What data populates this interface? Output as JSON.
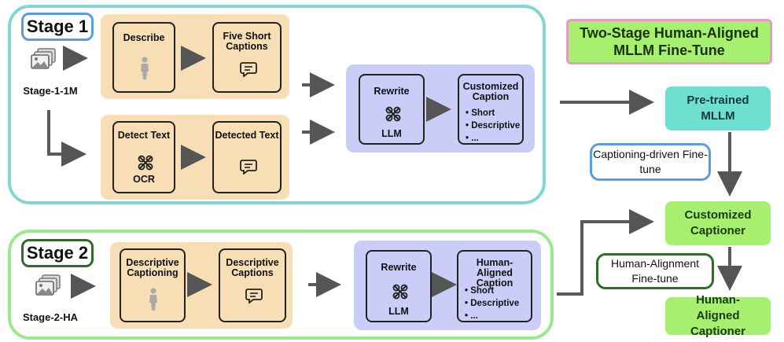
{
  "title": "Two-Stage Human-Aligned MLLM Fine-Tune",
  "stage1": {
    "badge": "Stage 1",
    "source_label": "Stage-1-1M",
    "describe": "Describe",
    "five_short": "Five Short Captions",
    "detect_text": "Detect Text",
    "ocr": "OCR",
    "detected_text": "Detected Text",
    "rewrite": "Rewrite",
    "llm": "LLM",
    "output_title": "Customized Caption",
    "output_bullets": [
      "• Short",
      "• Descriptive",
      "• ..."
    ]
  },
  "stage2": {
    "badge": "Stage 2",
    "source_label": "Stage-2-HA",
    "descriptive_captioning": "Descriptive Captioning",
    "descriptive_captions": "Descriptive Captions",
    "rewrite": "Rewrite",
    "llm": "LLM",
    "output_title": "Human-Aligned Caption",
    "output_bullets": [
      "• Short",
      "• Descriptive",
      "• ..."
    ]
  },
  "right": {
    "pretrained": "Pre-trained MLLM",
    "captioning_ft": "Captioning-driven Fine-tune",
    "customized_captioner": "Customized Captioner",
    "alignment_ft": "Human-Alignment Fine-tune",
    "human_aligned_captioner": "Human-Aligned Captioner"
  },
  "colors": {
    "teal": "#6ee0cf",
    "green": "#a7f06f",
    "peach": "#f7deb4",
    "lavender": "#c9cdf7",
    "blue_border": "#5a9be6",
    "dark_green_border": "#2f6b2a",
    "title_border": "#e79ac4"
  },
  "icons": [
    "images-icon",
    "person-icon",
    "speech-bubble-icon",
    "llm-knot-icon"
  ]
}
